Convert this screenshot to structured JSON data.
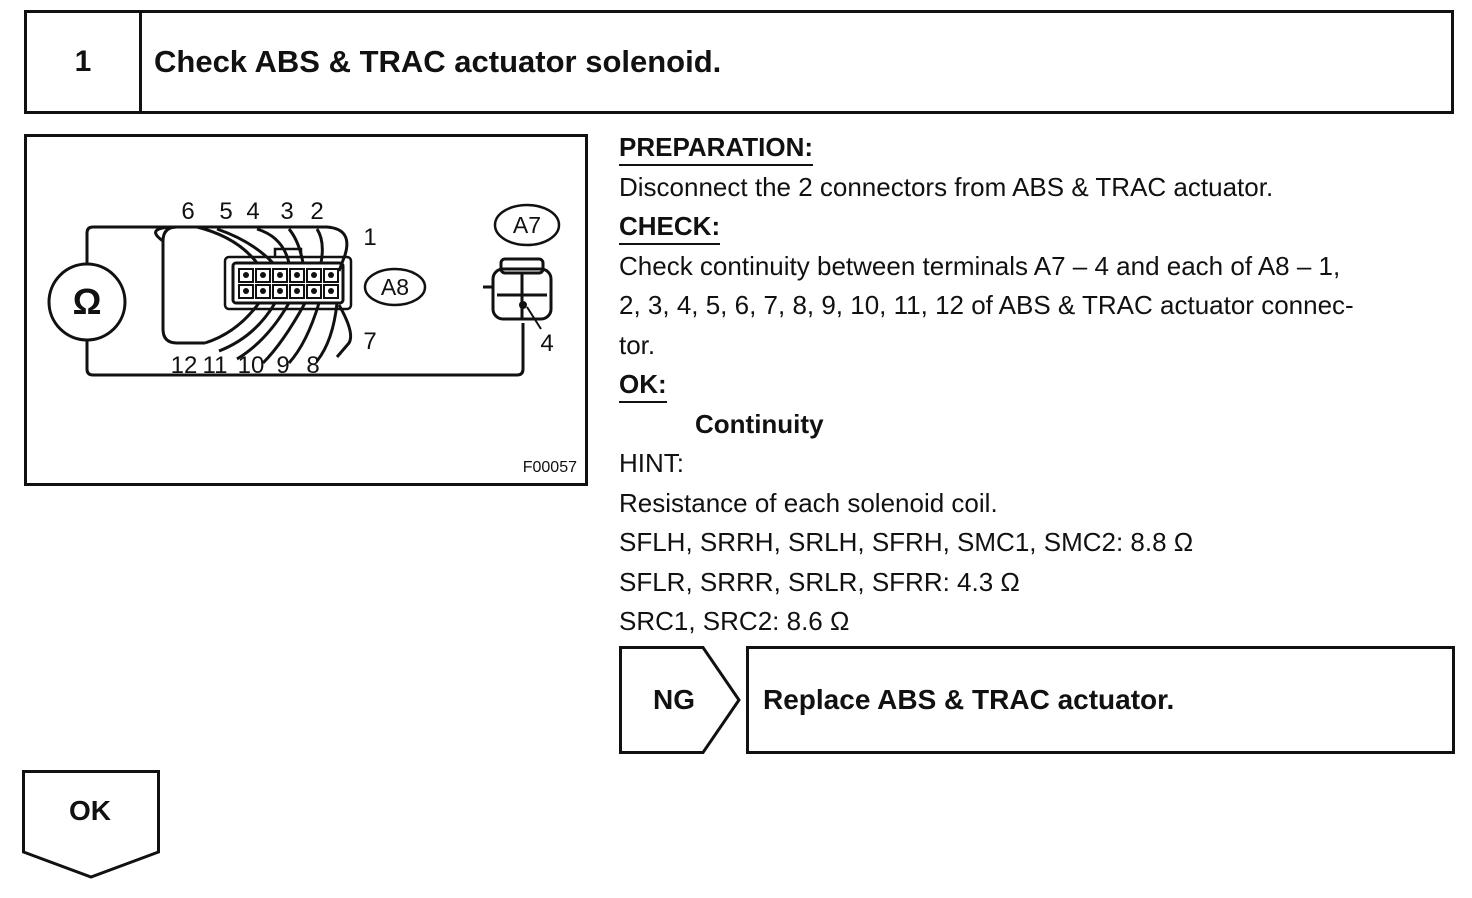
{
  "step": {
    "number": "1",
    "title": "Check ABS & TRAC actuator solenoid."
  },
  "diagram": {
    "ohm_symbol": "Ω",
    "connector_a8": "A8",
    "connector_a7": "A7",
    "top_pins": [
      "6",
      "5",
      "4",
      "3",
      "2"
    ],
    "pin_1": "1",
    "pin_7": "7",
    "bottom_pins": [
      "12",
      "11",
      "10",
      "9",
      "8"
    ],
    "a7_pin": "4",
    "figure_code": "F00057"
  },
  "preparation": {
    "heading": "PREPARATION:",
    "text": "Disconnect the 2 connectors from ABS & TRAC actuator."
  },
  "check": {
    "heading": "CHECK:",
    "lines": [
      "Check continuity between terminals A7 – 4 and each of A8 – 1,",
      "2, 3, 4, 5, 6, 7, 8, 9, 10, 11, 12 of ABS & TRAC actuator connec-",
      "tor."
    ]
  },
  "ok_spec": {
    "heading": "OK:",
    "value": "Continuity"
  },
  "hint": {
    "heading": "HINT:",
    "lines": [
      "Resistance of each solenoid coil.",
      "SFLH, SRRH, SRLH, SFRH, SMC1, SMC2: 8.8 Ω",
      "SFLR, SRRR, SRLR, SFRR: 4.3 Ω",
      "SRC1, SRC2: 8.6 Ω"
    ]
  },
  "ng": {
    "label": "NG",
    "action": "Replace ABS & TRAC actuator."
  },
  "ok_branch": {
    "label": "OK"
  }
}
